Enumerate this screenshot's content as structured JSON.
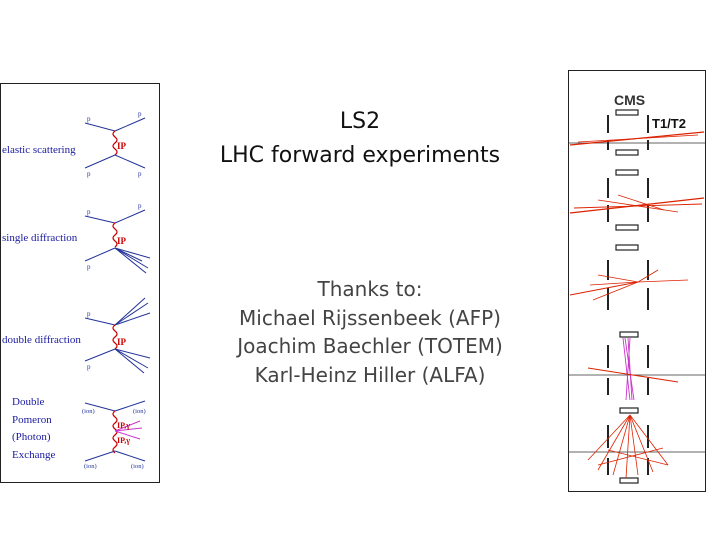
{
  "slide": {
    "title_line1": "LS2",
    "title_line2": "LHC forward experiments",
    "thanks_lines": [
      "Thanks to:",
      "Michael Rijssenbeek (AFP)",
      "Joachim Baechler (TOTEM)",
      "Karl-Heinz Hiller (ALFA)"
    ]
  },
  "diagrams": {
    "elastic_label": "elastic scattering",
    "single_label": "single diffraction",
    "double_label": "double diffraction",
    "dpe_label_lines": [
      "Double",
      "Pomeron",
      "(Photon)",
      "Exchange"
    ],
    "proton_symbol": "p",
    "pomeron_symbol": "IP",
    "pomeron_photon_symbol": "IP,γ",
    "ion_label": "(ion)"
  },
  "detector": {
    "cms_label": "CMS",
    "t1t2_label": "T1/T2"
  },
  "colors": {
    "pomeron": "#cc0000",
    "track_red": "#dd2200",
    "track_magenta": "#cc33cc",
    "track_blue": "#223399",
    "label_blue": "#1a1aa0",
    "axis_red": "#cc0000"
  }
}
